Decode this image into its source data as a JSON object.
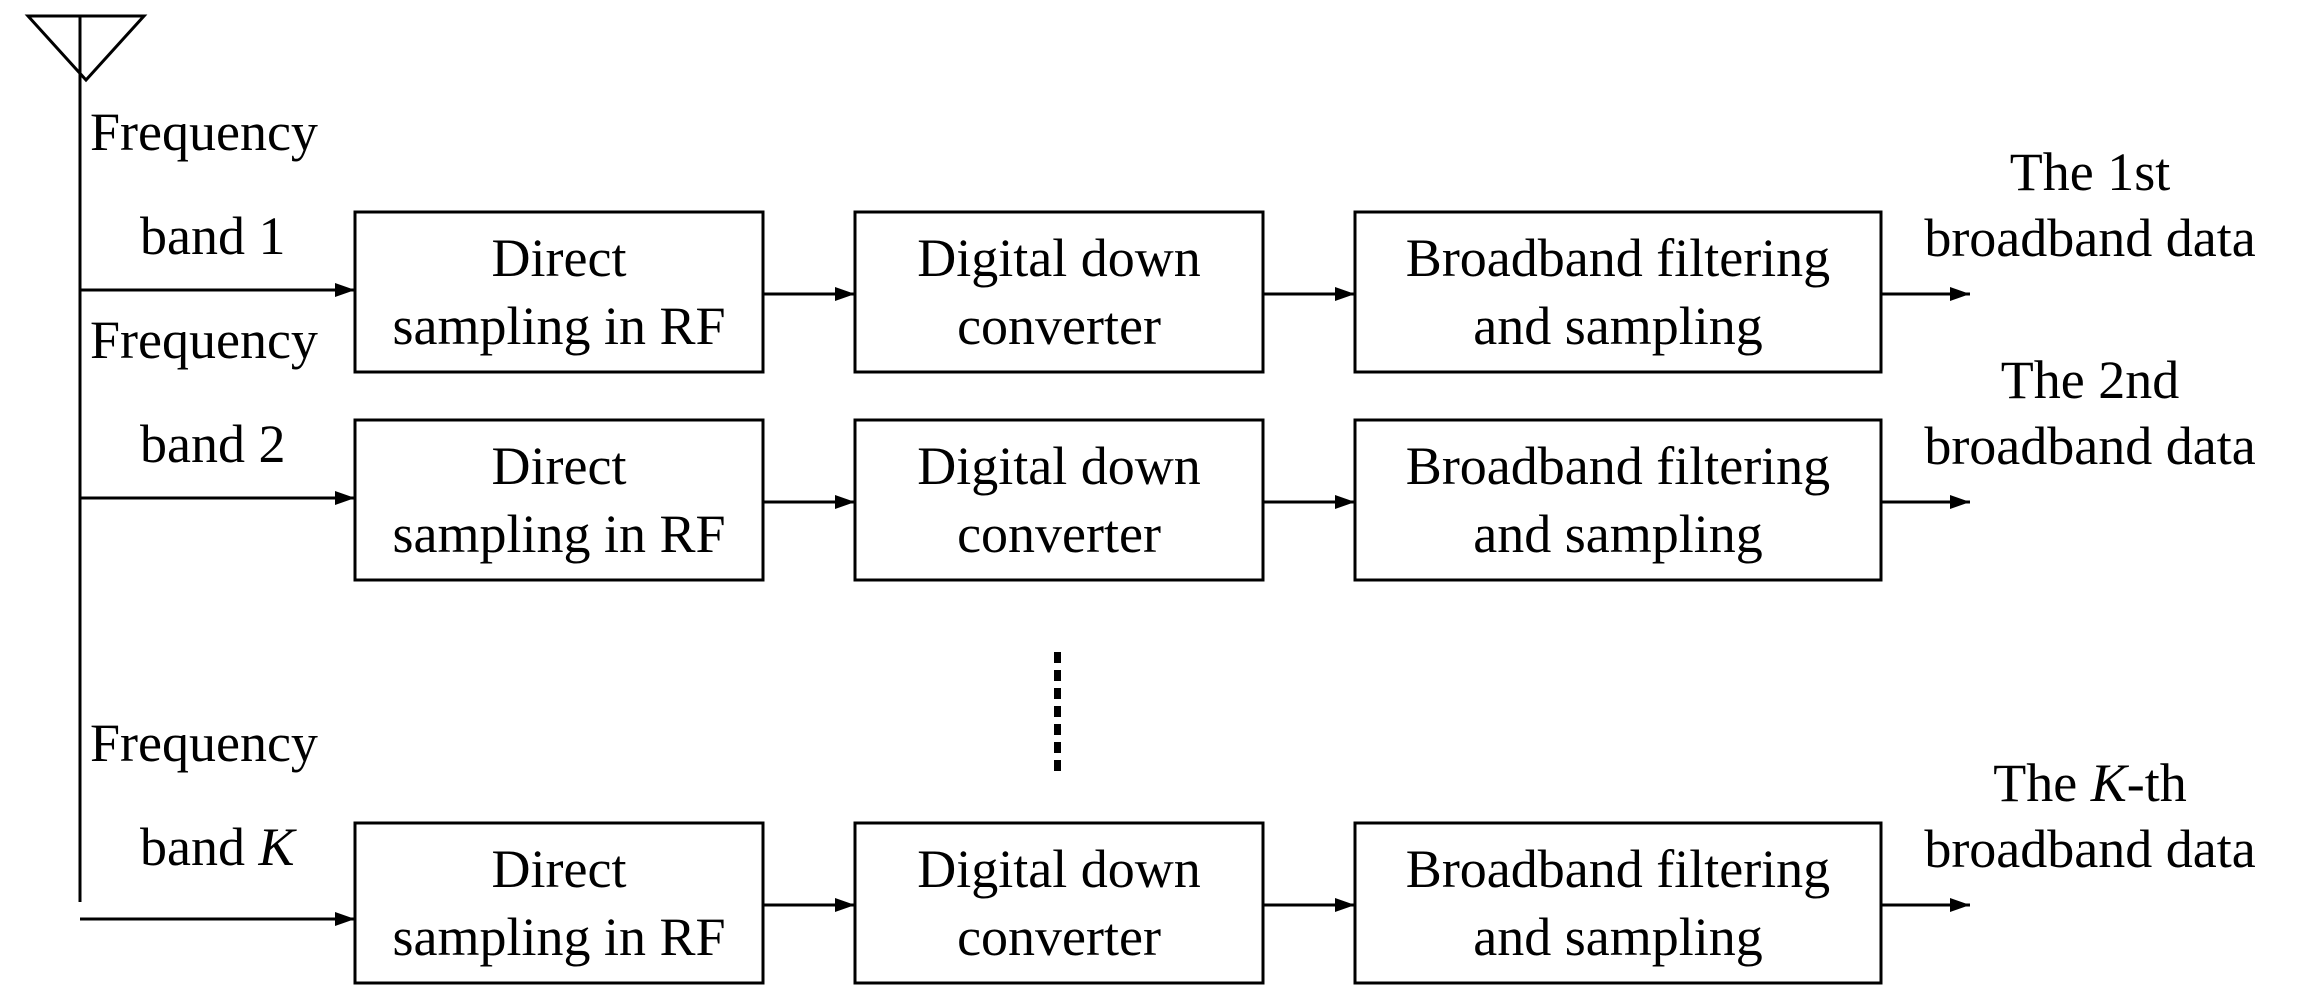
{
  "rows": [
    {
      "band_label": [
        "Frequency",
        "band 1"
      ],
      "blocks": [
        [
          "Direct",
          "sampling in RF"
        ],
        [
          "Digital down",
          "converter"
        ],
        [
          "Broadband filtering",
          "and sampling"
        ]
      ],
      "output_label": [
        "The 1st",
        "broadband data"
      ]
    },
    {
      "band_label": [
        "Frequency",
        "band 2"
      ],
      "blocks": [
        [
          "Direct",
          "sampling in RF"
        ],
        [
          "Digital down",
          "converter"
        ],
        [
          "Broadband filtering",
          "and sampling"
        ]
      ],
      "output_label": [
        "The 2nd",
        "broadband data"
      ]
    },
    {
      "band_label": [
        "Frequency",
        "band K"
      ],
      "blocks": [
        [
          "Direct",
          "sampling in RF"
        ],
        [
          "Digital down",
          "converter"
        ],
        [
          "Broadband filtering",
          "and sampling"
        ]
      ],
      "output_label": [
        "The K-th",
        "broadband data"
      ]
    }
  ],
  "italic_token": "K",
  "icons": {
    "antenna": "antenna-icon",
    "ellipsis": "vertical-dots-icon"
  },
  "colors": {
    "stroke": "#000000",
    "background": "#ffffff"
  }
}
